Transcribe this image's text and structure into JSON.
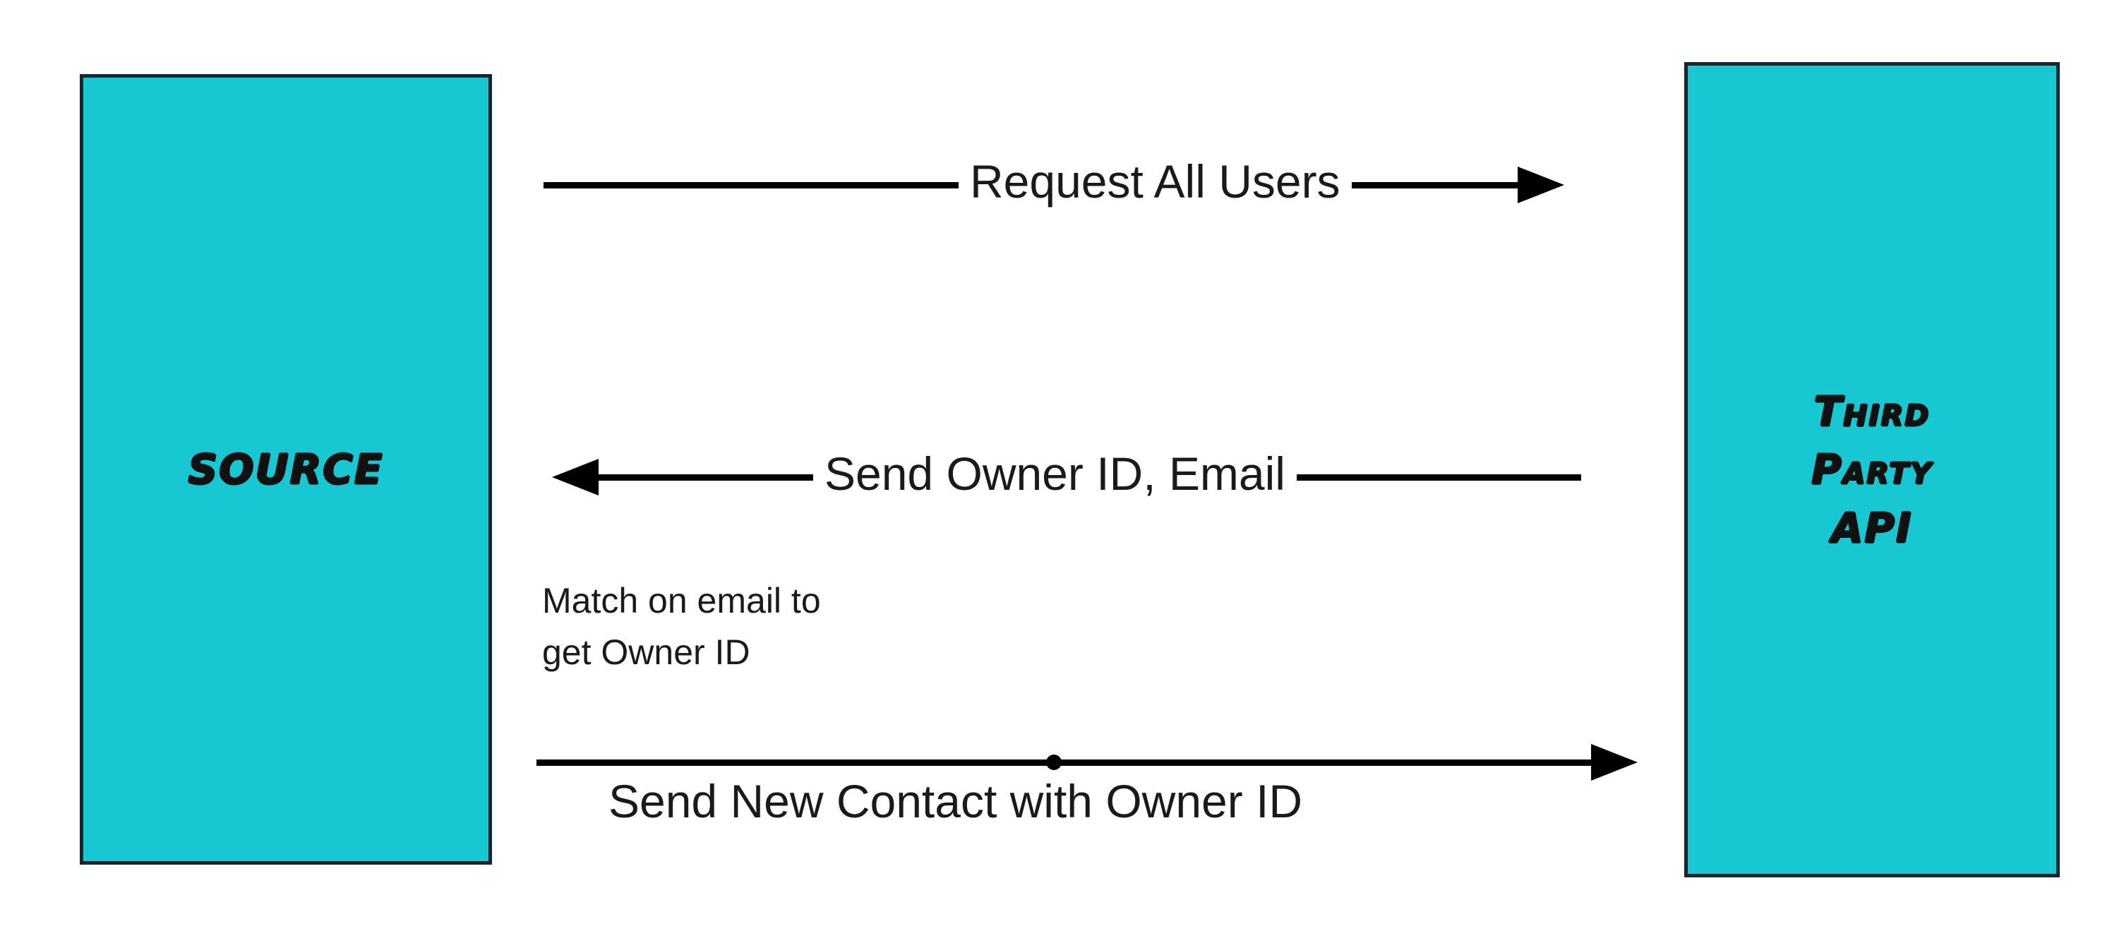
{
  "diagram": {
    "title": "Source to Third Party API contact sync sequence",
    "background_color": "#ffffff",
    "node_fill_color": "#17c8d2",
    "node_border_color": "#16262d",
    "line_color": "#000000",
    "text_color": "#1a1a1a"
  },
  "nodes": {
    "source": {
      "label": "SOURCE"
    },
    "third_party": {
      "label": "Third\nParty\nAPI"
    }
  },
  "messages": [
    {
      "label": "Request All Users",
      "direction": "right",
      "label_position": "on-line",
      "has_dot": false
    },
    {
      "label": "Send Owner ID, Email",
      "direction": "left",
      "label_position": "on-line",
      "has_dot": false
    },
    {
      "label": "Send New Contact with Owner ID",
      "direction": "right",
      "label_position": "below-line",
      "has_dot": true
    }
  ],
  "notes": [
    {
      "text": "Match on email to\nget Owner ID"
    }
  ]
}
